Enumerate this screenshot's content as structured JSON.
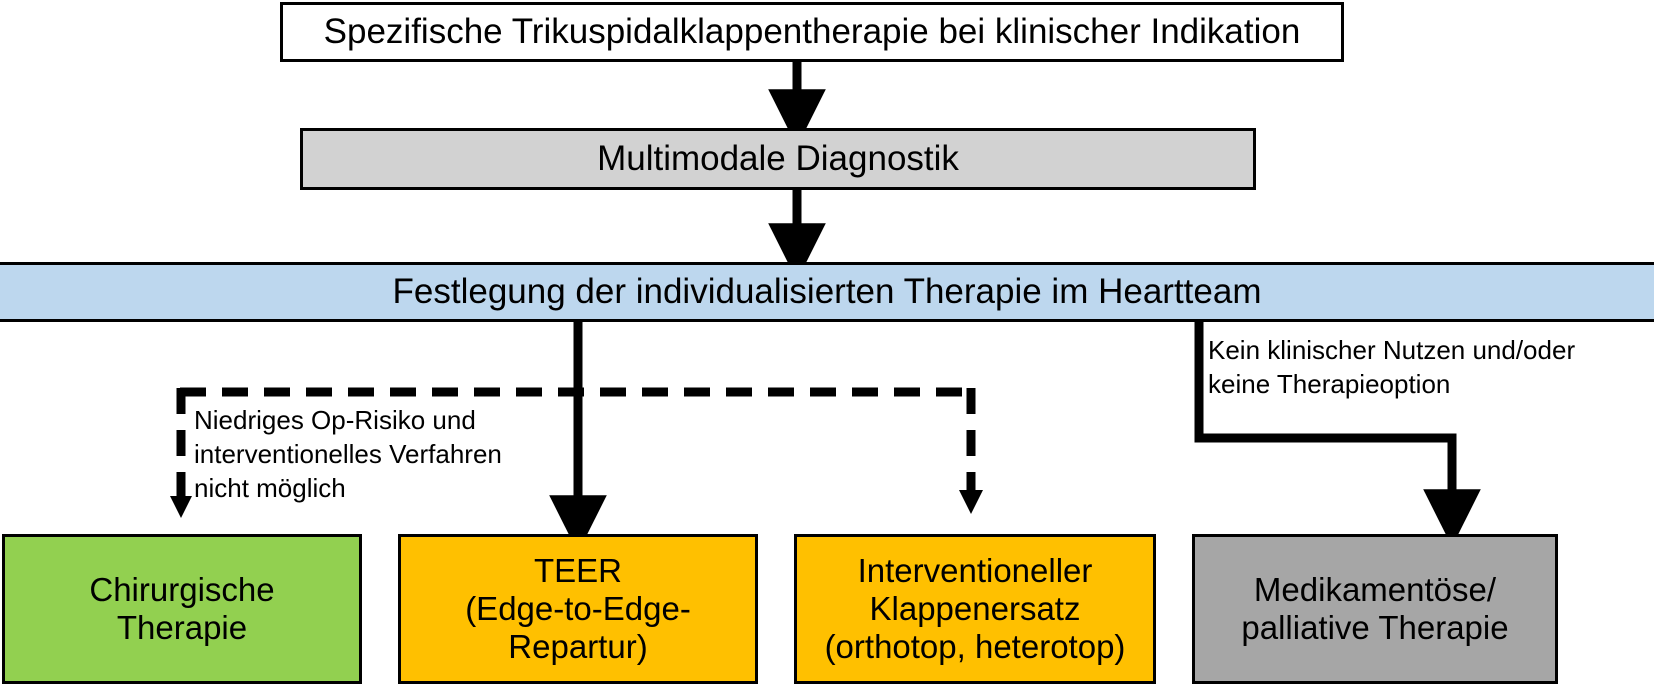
{
  "diagram": {
    "title": "Spezifische Trikuspidalklappentherapie bei klinischer Indikation",
    "language": "de",
    "nodes": {
      "indikation": {
        "label": "Spezifische Trikuspidalklappentherapie bei klinischer Indikation",
        "fill": "#FFFFFF"
      },
      "diagnostik": {
        "label": "Multimodale Diagnostik",
        "fill": "#D2D2D2"
      },
      "heartteam": {
        "label": "Festlegung der individualisierten  Therapie im Heartteam",
        "fill": "#BDD7EE"
      },
      "chirurgisch": {
        "label": "Chirurgische\nTherapie",
        "fill": "#92D050"
      },
      "teer": {
        "label": "TEER\n(Edge-to-Edge-\nRepartur)",
        "fill": "#FFC000"
      },
      "klappenersatz": {
        "label": "Interventioneller\nKlappenersatz\n(orthotop, heterotop)",
        "fill": "#FFC000"
      },
      "medikamentoes": {
        "label": "Medikamentöse/\npalliative Therapie",
        "fill": "#A6A6A6"
      }
    },
    "edge_labels": {
      "low_risk": "Niedriges Op-Risiko und\ninterventionelles Verfahren\nnicht möglich",
      "no_benefit": "Kein klinischer Nutzen und/oder\nkeine Therapieoption"
    },
    "edges": [
      {
        "from": "indikation",
        "to": "diagnostik",
        "style": "solid",
        "arrow": true
      },
      {
        "from": "diagnostik",
        "to": "heartteam",
        "style": "solid",
        "arrow": true
      },
      {
        "from": "heartteam",
        "to": "teer",
        "style": "solid",
        "arrow": true
      },
      {
        "from": "heartteam",
        "to": "chirurgisch",
        "style": "dashed",
        "arrow": true,
        "label": "low_risk"
      },
      {
        "from": "heartteam",
        "to": "klappenersatz",
        "style": "dashed",
        "arrow": true
      },
      {
        "from": "heartteam",
        "to": "medikamentoes",
        "style": "solid",
        "arrow": true,
        "label": "no_benefit"
      }
    ],
    "colors": {
      "stroke": "#000000",
      "background": "#FFFFFF",
      "green": "#92D050",
      "orange": "#FFC000",
      "gray_dark": "#A6A6A6",
      "gray_light": "#D2D2D2",
      "blue": "#BDD7EE"
    }
  }
}
